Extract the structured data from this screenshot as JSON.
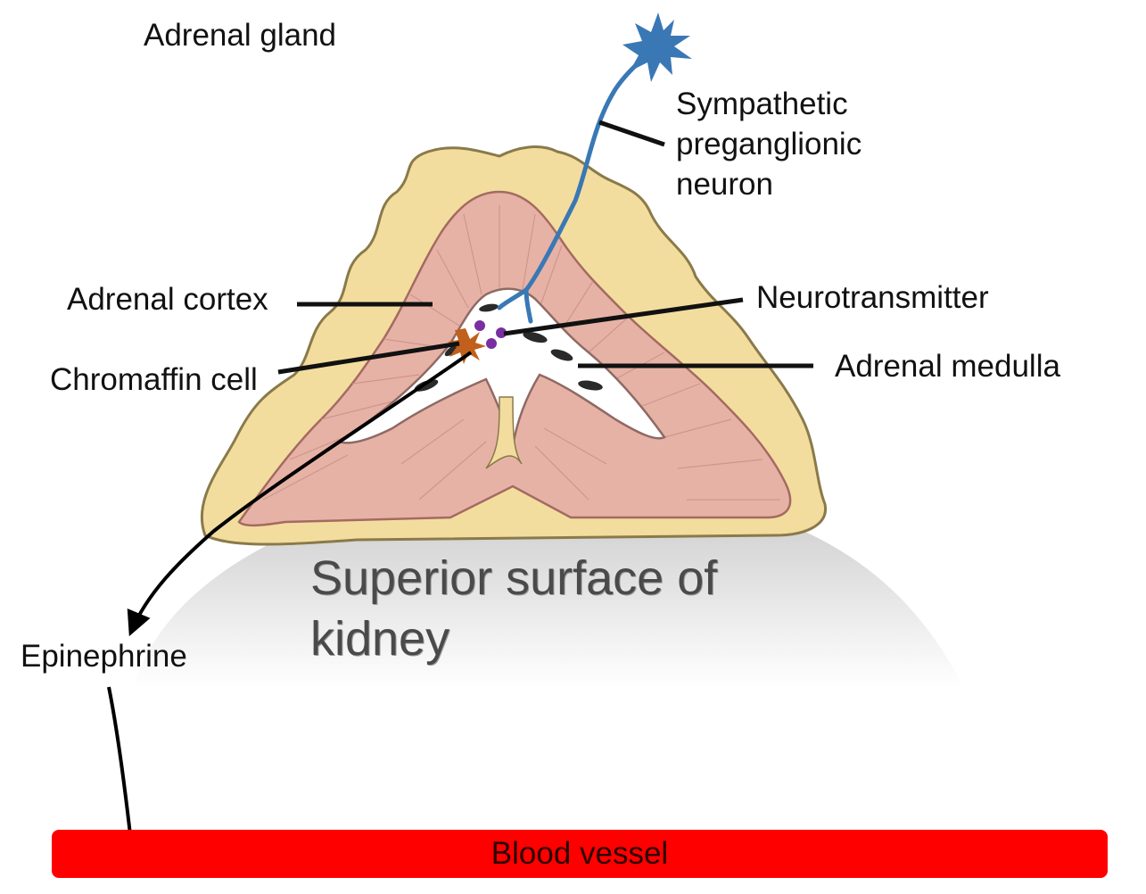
{
  "labels": {
    "adrenal_gland": "Adrenal gland",
    "sympathetic_neuron": [
      "Sympathetic",
      "preganglionic",
      "neuron"
    ],
    "adrenal_cortex": "Adrenal cortex",
    "neurotransmitter": "Neurotransmitter",
    "chromaffin_cell": "Chromaffin cell",
    "adrenal_medulla": "Adrenal medulla",
    "kidney_surface": [
      "Superior surface of",
      "kidney"
    ],
    "epinephrine": "Epinephrine",
    "blood_vessel": "Blood vessel"
  },
  "colors": {
    "neuron": "#3a78b5",
    "chromaffin_cell": "#c0601c",
    "neurotransmitter_dots": "#7a2fa0",
    "blood_vessel": "#ff0000",
    "gland_outer": "#f3dd9e",
    "gland_inner": "#e7b2a6"
  },
  "icons": {
    "neuron_body": "star-icon",
    "chromaffin_cell": "star-icon"
  }
}
